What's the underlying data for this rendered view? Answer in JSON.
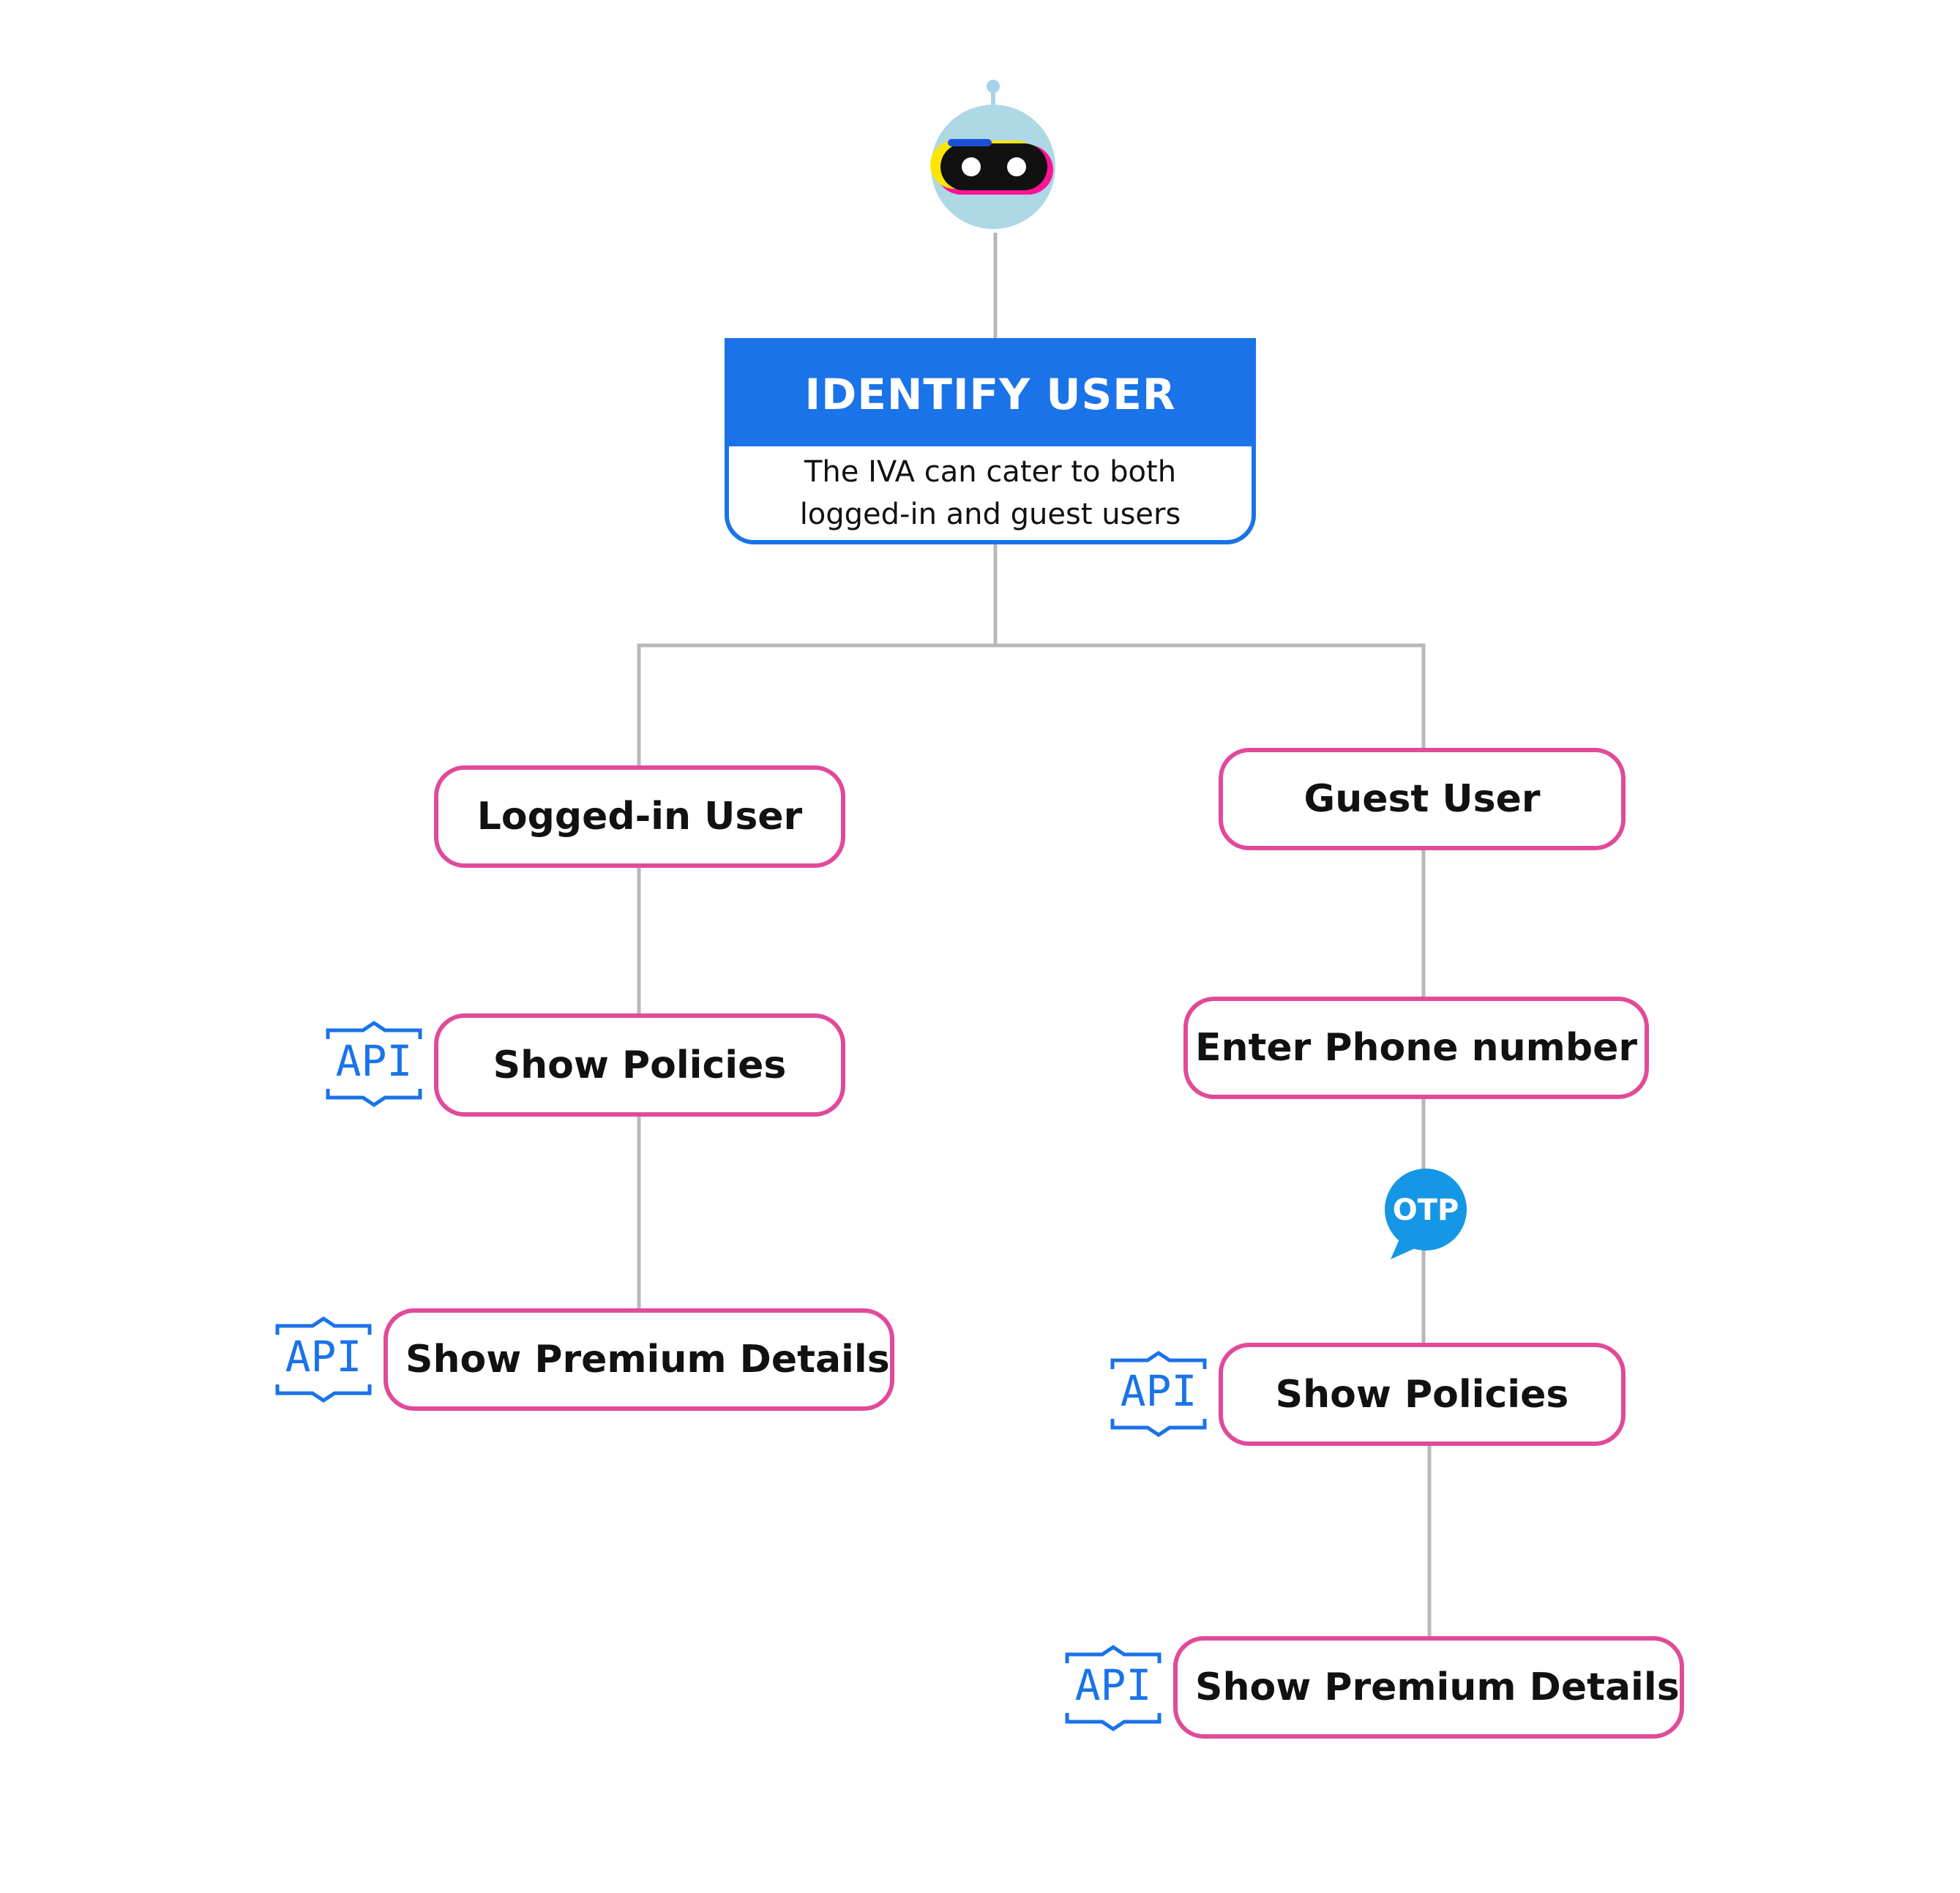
{
  "identify": {
    "title": "IDENTIFY USER",
    "desc_line1": "The IVA can cater to both",
    "desc_line2": "logged-in and guest users"
  },
  "left_branch": {
    "user_label": "Logged-in User",
    "policies_label": "Show Policies",
    "premium_label": "Show Premium Details"
  },
  "right_branch": {
    "user_label": "Guest User",
    "phone_label": "Enter Phone number",
    "otp_label": "OTP",
    "policies_label": "Show Policies",
    "premium_label": "Show Premium Details"
  },
  "api_label": "API",
  "colors": {
    "primary_blue": "#1a73e8",
    "node_border_pink": "#e14a9a",
    "connector_gray": "#b8b8b8",
    "otp_bubble": "#1597e5",
    "bot_head": "#add8e6"
  },
  "icons": [
    "bot-mascot-icon",
    "api-icon",
    "otp-bubble-icon"
  ]
}
